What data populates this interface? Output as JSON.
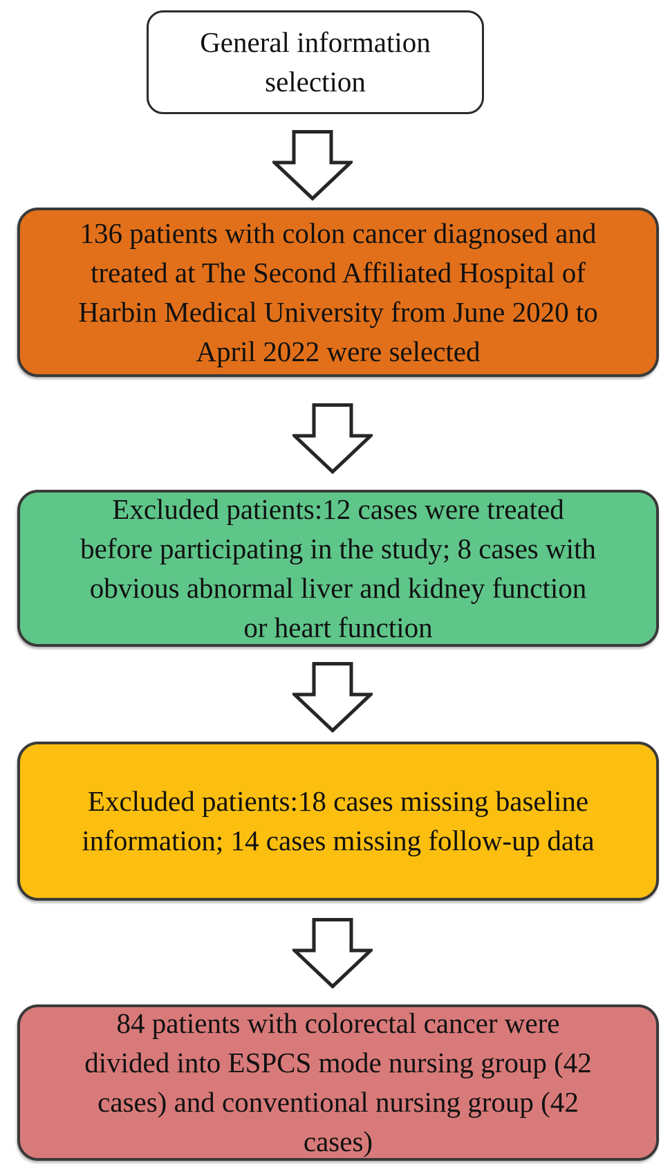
{
  "diagram": {
    "type": "flowchart",
    "direction": "top-down",
    "connector_icon": "down-block-arrow-icon",
    "colors": {
      "start_fill": "#FFFFFF",
      "selected_fill": "#E2701A",
      "excluded_treated_fill": "#5FC68A",
      "excluded_missing_fill": "#FCBF0F",
      "final_fill": "#D97A7A",
      "box_border": "#3A3A3A",
      "arrow_outline": "#262626",
      "text": "#111111"
    },
    "boxes": {
      "start": {
        "fill": "#FFFFFF",
        "lines": [
          "General information",
          "selection"
        ]
      },
      "selected": {
        "fill": "#E2701A",
        "lines": [
          "136 patients with colon cancer diagnosed and",
          "treated at The Second Affiliated Hospital of",
          "Harbin Medical University from June 2020 to",
          "April 2022 were selected"
        ]
      },
      "excluded_treated": {
        "fill": "#5FC68A",
        "lines": [
          "Excluded patients:12 cases were treated",
          "before participating in the study; 8 cases with",
          "obvious abnormal liver and kidney function",
          "or heart function"
        ]
      },
      "excluded_missing": {
        "fill": "#FCBF0F",
        "lines": [
          "Excluded patients:18 cases missing baseline",
          "information; 14 cases missing follow-up data"
        ]
      },
      "final": {
        "fill": "#D97A7A",
        "lines": [
          "84 patients with colorectal cancer were",
          "divided into ESPCS mode nursing group (42",
          "cases) and conventional nursing group (42",
          "cases)"
        ]
      }
    }
  }
}
